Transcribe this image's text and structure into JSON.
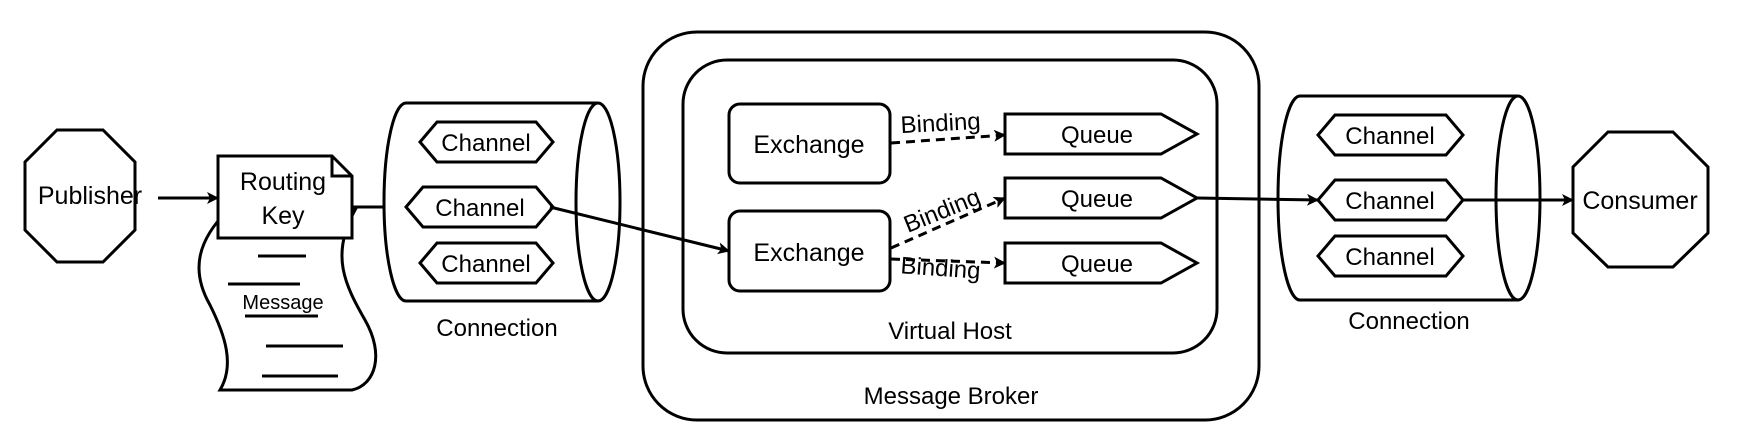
{
  "diagram": {
    "colors": {
      "stroke": "#000000",
      "fill": "#ffffff",
      "text": "#000000"
    },
    "publisher": {
      "label": "Publisher"
    },
    "consumer": {
      "label": "Consumer"
    },
    "routing_key": {
      "label_line1": "Routing",
      "label_line2": "Key"
    },
    "message": {
      "label": "Message"
    },
    "connection_left": {
      "label": "Connection",
      "channels": [
        "Channel",
        "Channel",
        "Channel"
      ]
    },
    "connection_right": {
      "label": "Connection",
      "channels": [
        "Channel",
        "Channel",
        "Channel"
      ]
    },
    "broker": {
      "label": "Message Broker",
      "virtual_host": {
        "label": "Virtual Host",
        "exchanges": [
          "Exchange",
          "Exchange"
        ],
        "queues": [
          "Queue",
          "Queue",
          "Queue"
        ],
        "bindings": [
          "Binding",
          "Binding",
          "Binding"
        ]
      }
    }
  }
}
